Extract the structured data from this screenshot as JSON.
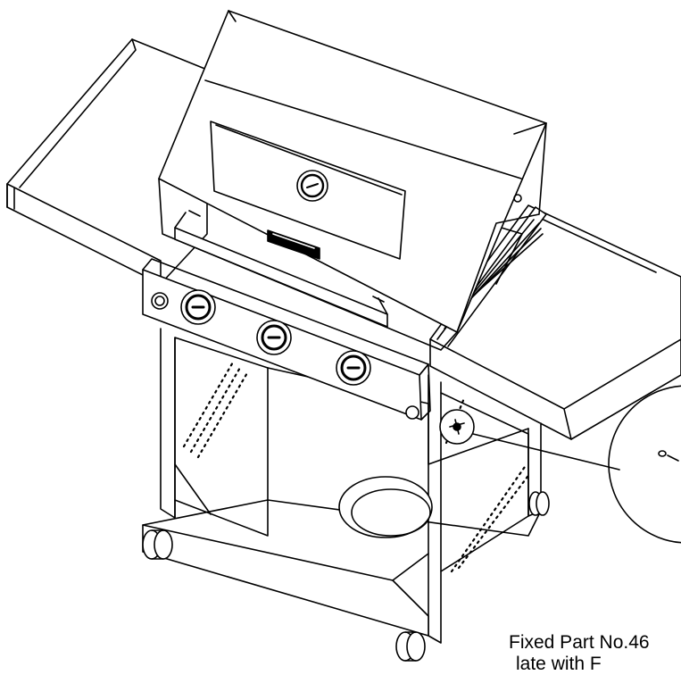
{
  "caption": {
    "line1": "Fixed Part No.46",
    "line2": "late with      F"
  },
  "colors": {
    "line": "#000000",
    "background": "#ffffff"
  },
  "parts": {
    "hood_badge_icon": "brand-badge",
    "thermometer_icon": "thermometer-gauge",
    "igniter_icon": "igniter-button",
    "control_knobs": 3,
    "casters": 4
  }
}
